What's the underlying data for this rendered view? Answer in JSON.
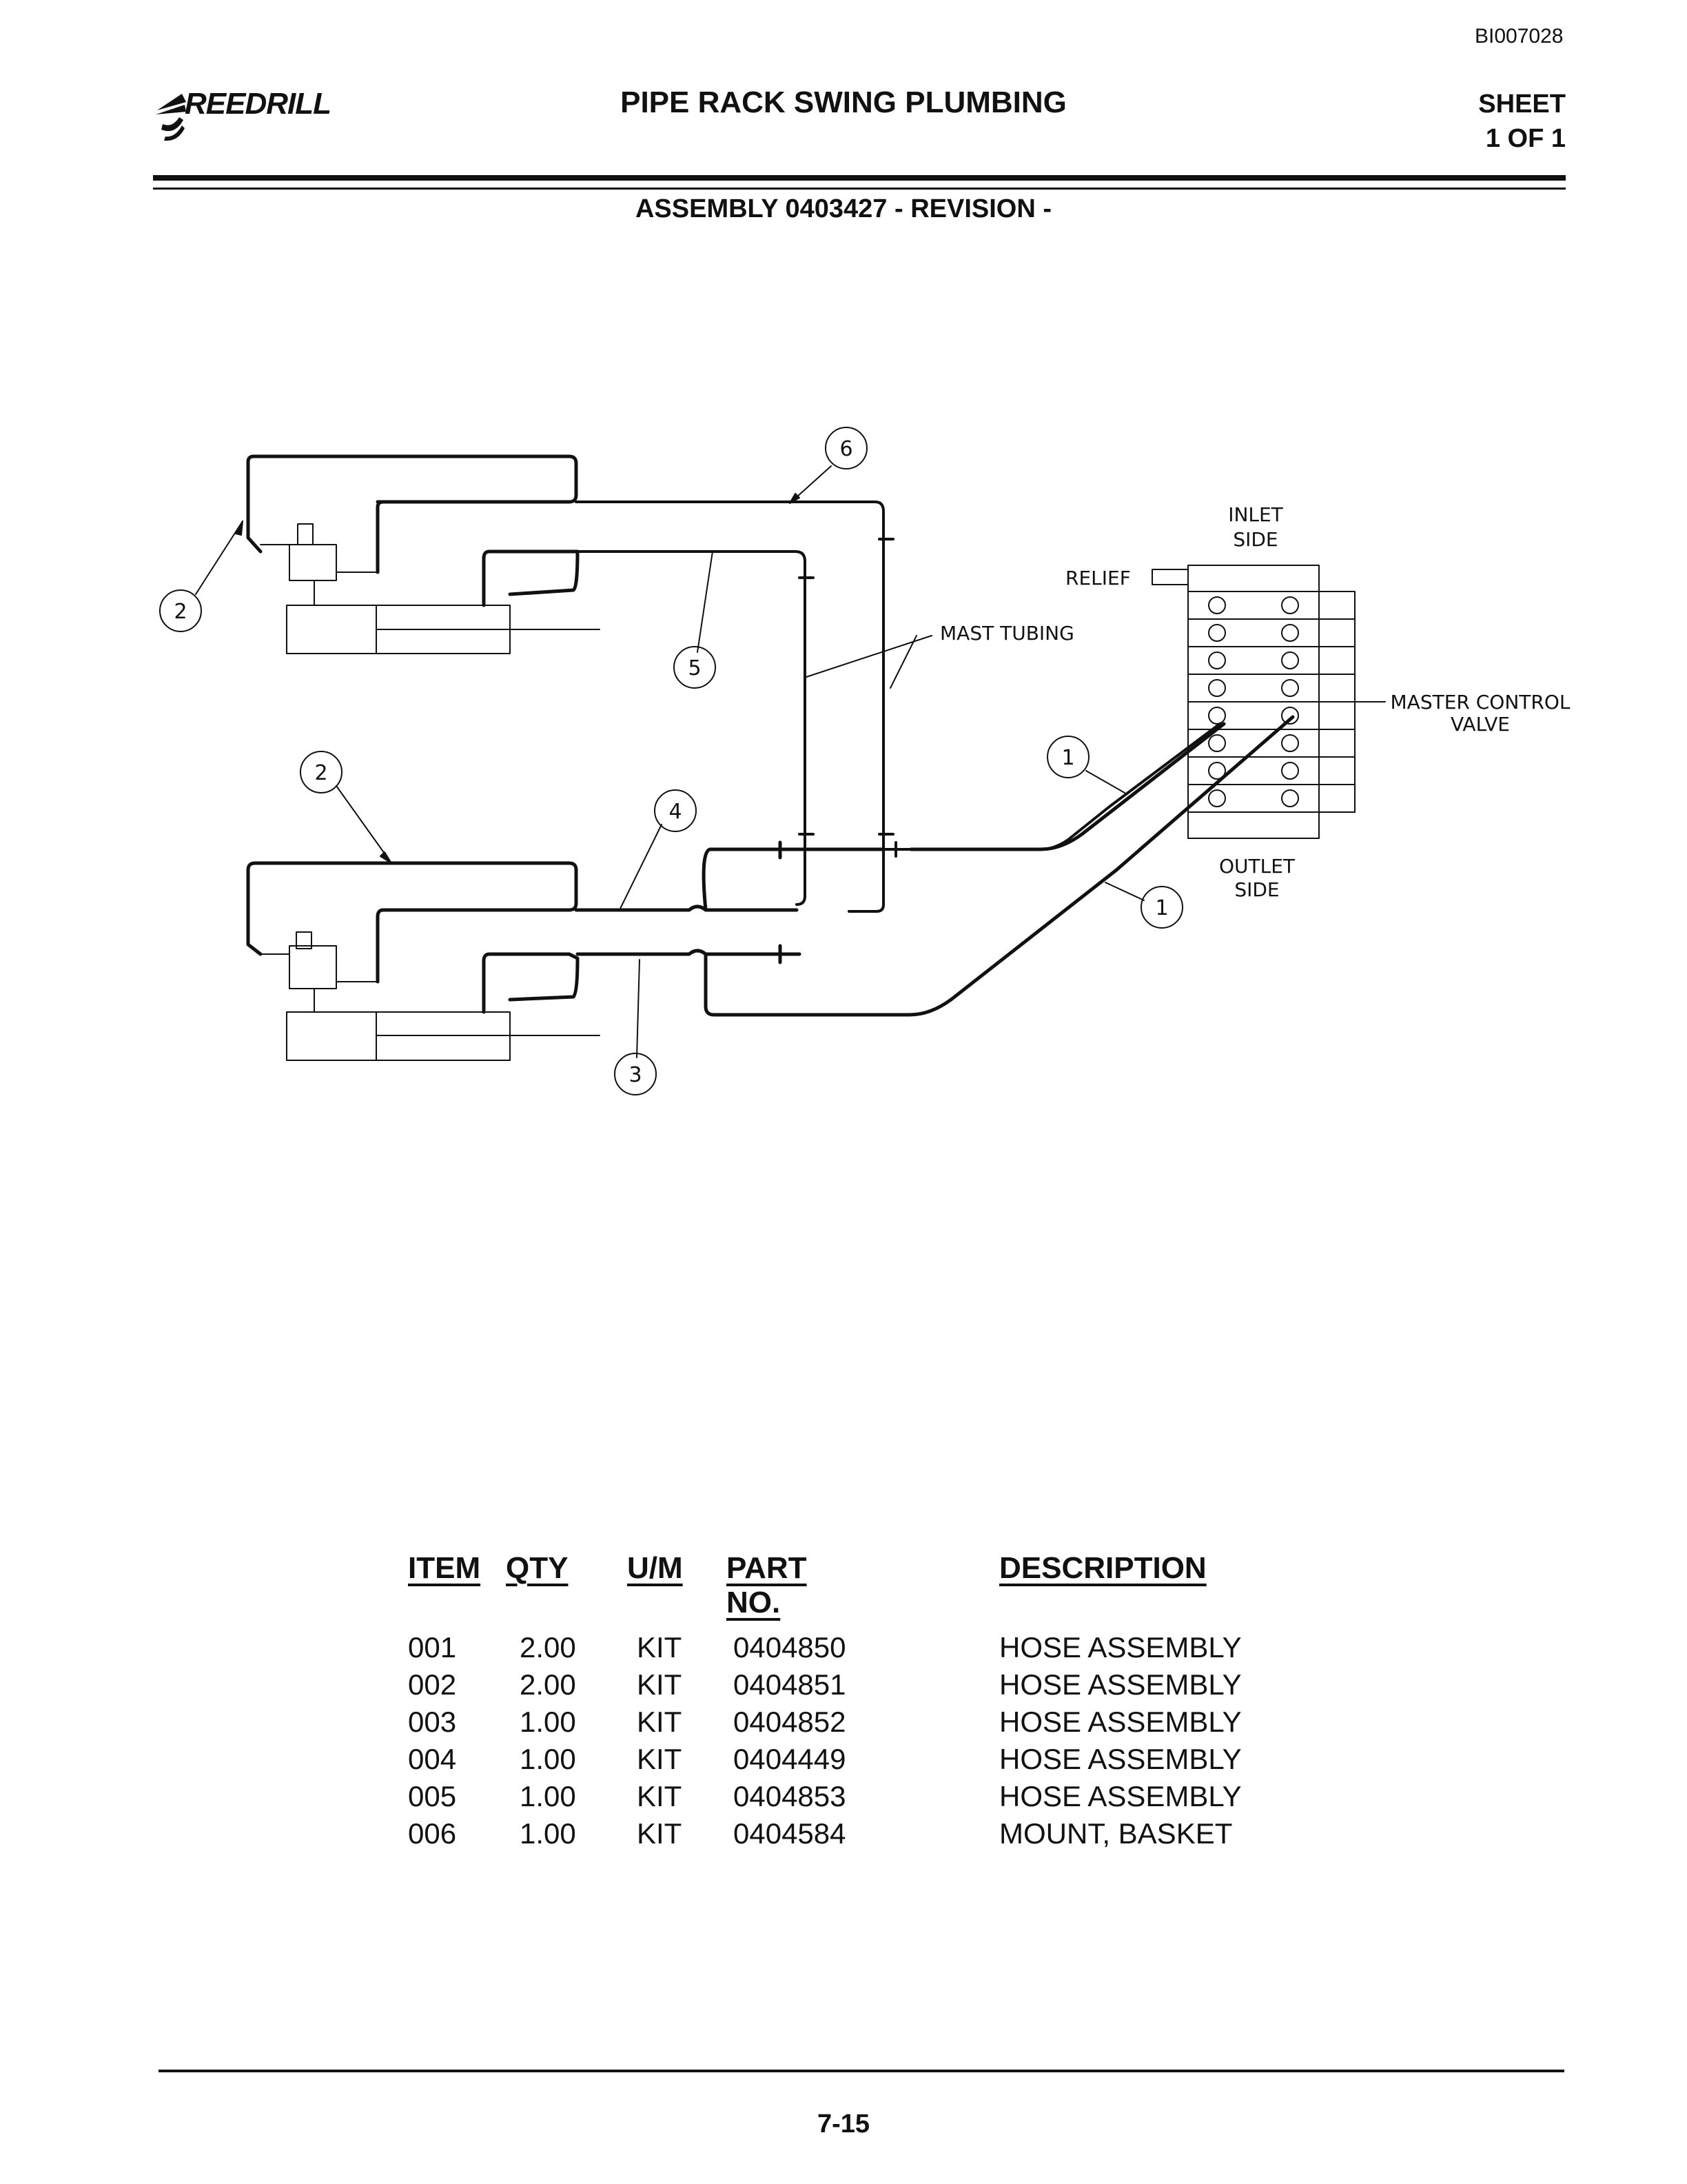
{
  "header": {
    "doc_id": "BI007028",
    "brand": "REEDRILL",
    "title": "PIPE RACK SWING PLUMBING",
    "sheet_label": "SHEET",
    "sheet_value": "1 OF 1",
    "assembly": "ASSEMBLY 0403427 - REVISION -"
  },
  "diagram": {
    "callouts": [
      "1",
      "2",
      "3",
      "4",
      "5",
      "6"
    ],
    "labels": {
      "inlet_line1": "INLET",
      "inlet_line2": "SIDE",
      "relief": "RELIEF",
      "mast_tubing": "MAST TUBING",
      "master_line1": "MASTER CONTROL",
      "master_line2": "VALVE",
      "outlet_line1": "OUTLET",
      "outlet_line2": "SIDE"
    }
  },
  "parts_table": {
    "columns": [
      "ITEM",
      "QTY",
      "U/M",
      "PART NO.",
      "DESCRIPTION"
    ],
    "rows": [
      [
        "001",
        "2.00",
        "KIT",
        "0404850",
        "HOSE ASSEMBLY"
      ],
      [
        "002",
        "2.00",
        "KIT",
        "0404851",
        "HOSE ASSEMBLY"
      ],
      [
        "003",
        "1.00",
        "KIT",
        "0404852",
        "HOSE ASSEMBLY"
      ],
      [
        "004",
        "1.00",
        "KIT",
        "0404449",
        "HOSE ASSEMBLY"
      ],
      [
        "005",
        "1.00",
        "KIT",
        "0404853",
        "HOSE ASSEMBLY"
      ],
      [
        "006",
        "1.00",
        "KIT",
        "0404584",
        "MOUNT, BASKET"
      ]
    ]
  },
  "footer": {
    "page_number": "7-15"
  },
  "icons": {
    "logo": "reedrill-logo-icon"
  }
}
